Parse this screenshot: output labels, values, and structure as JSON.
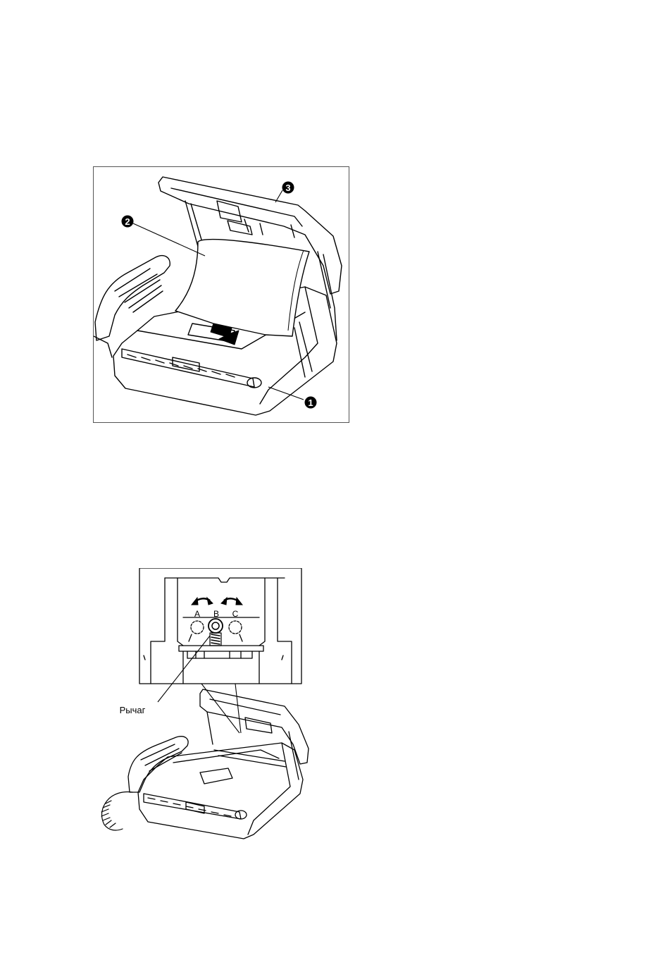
{
  "figure1": {
    "callouts": [
      {
        "id": "1",
        "label": "1"
      },
      {
        "id": "2",
        "label": "2"
      },
      {
        "id": "3",
        "label": "3"
      }
    ]
  },
  "figure2": {
    "positions": [
      "A",
      "B",
      "C"
    ],
    "lever_label": "Рычаг"
  }
}
